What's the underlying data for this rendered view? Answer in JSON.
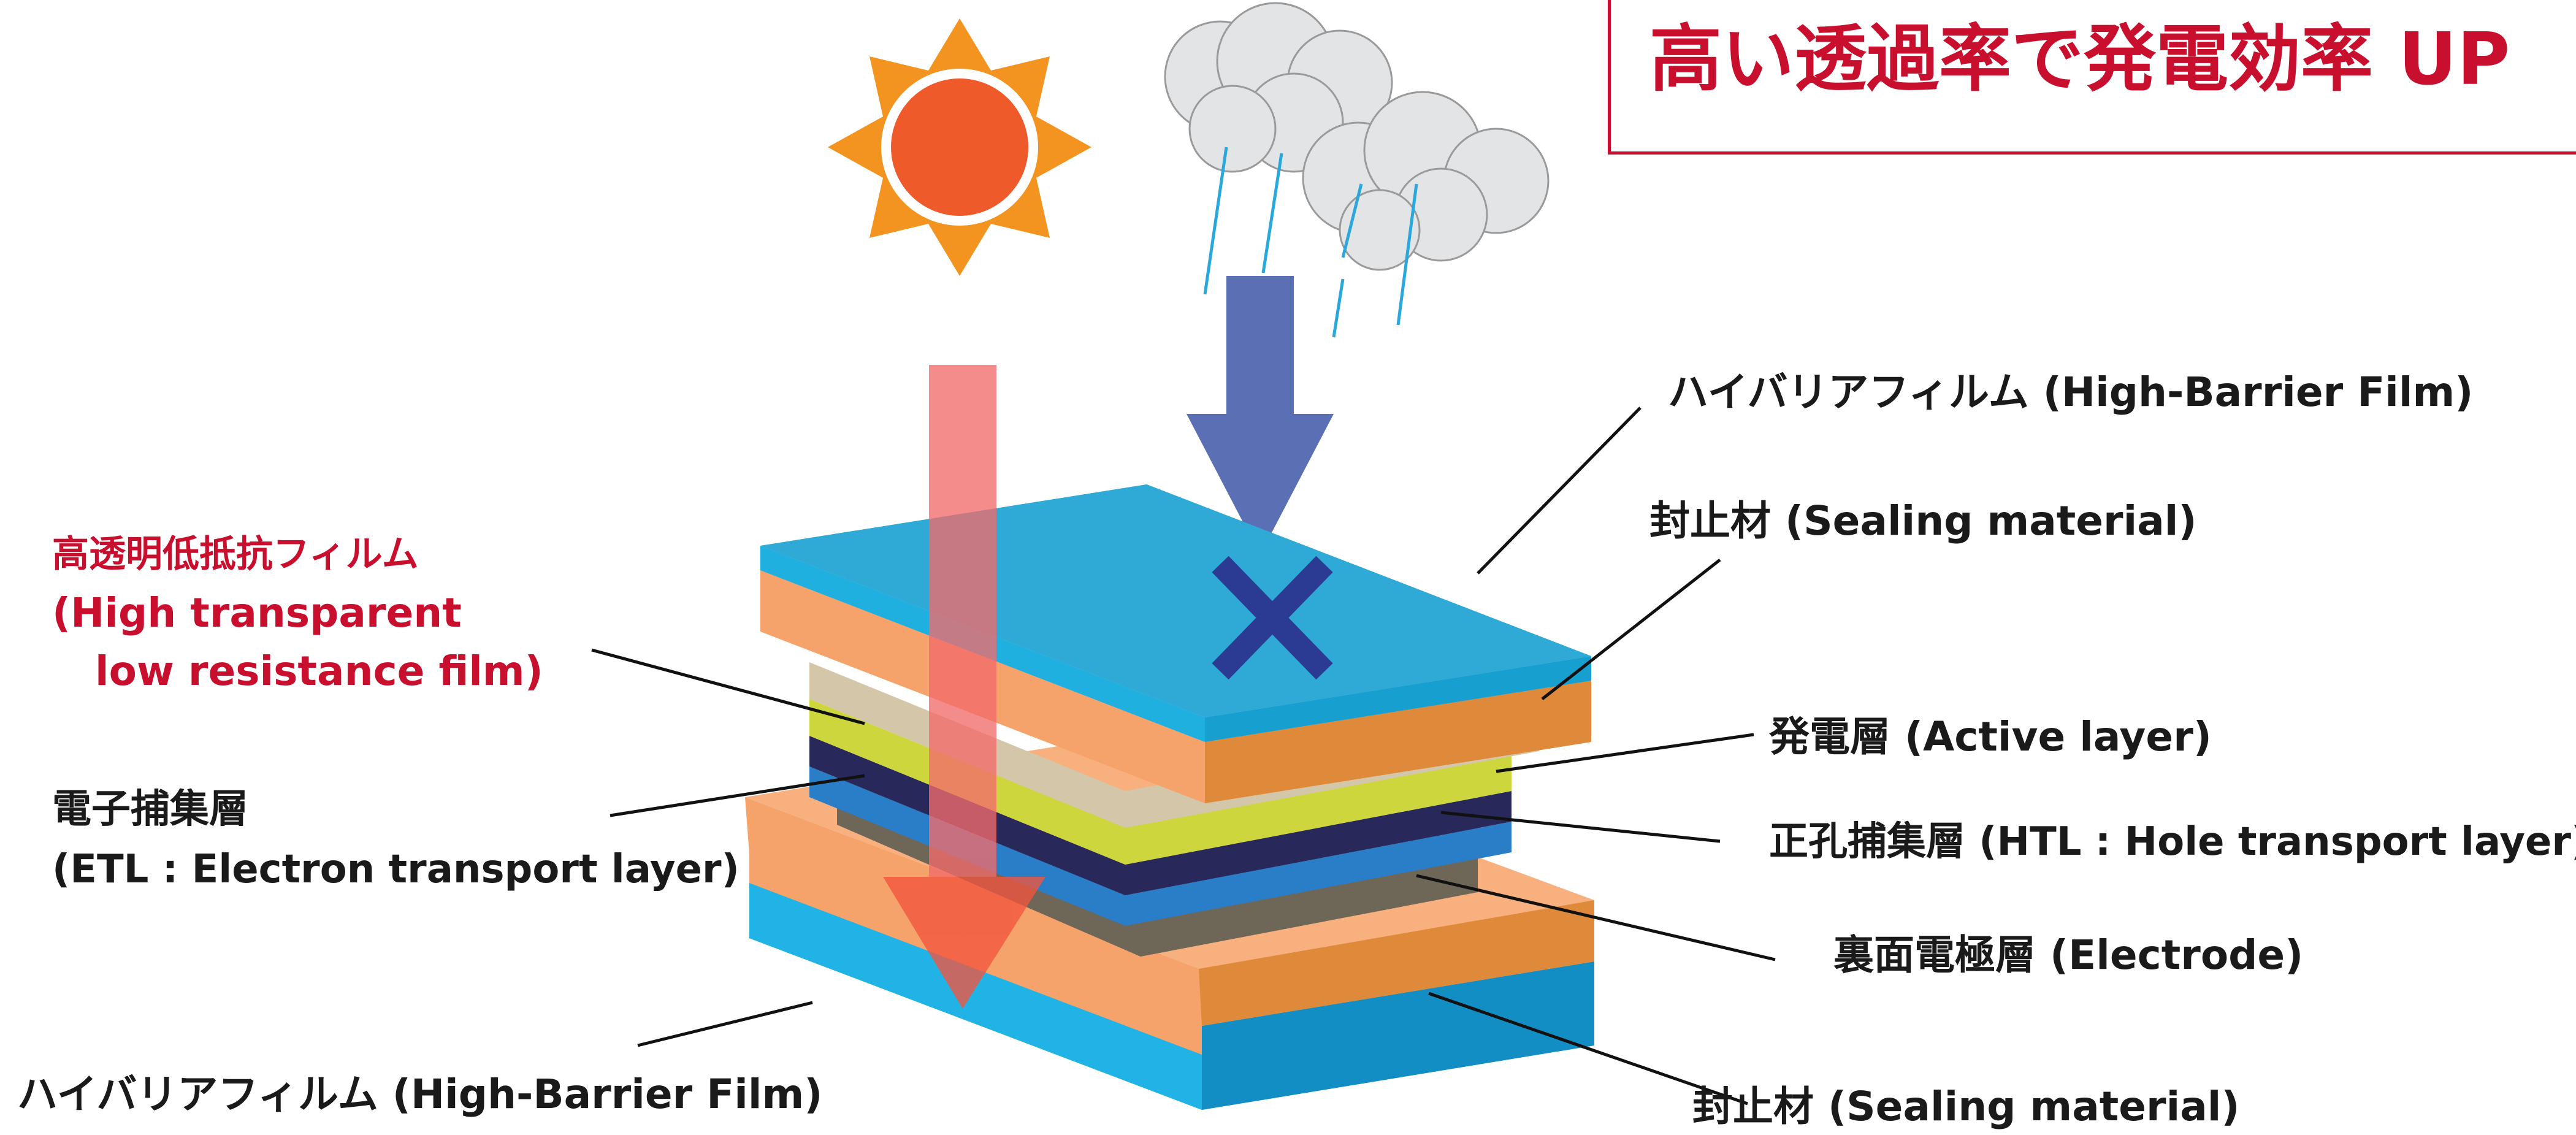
{
  "headline": "高い透過率で発電効率 UP",
  "labels": {
    "barrier_top": "ハイバリアフィルム (High-Barrier Film)",
    "sealing_top": "封止材 (Sealing material)",
    "active": "発電層 (Active layer)",
    "htl": "正孔捕集層 (HTL : Hole transport layer)",
    "electrode": "裏面電極層 (Electrode)",
    "sealing_bottom": "封止材 (Sealing material)",
    "barrier_bottom": "ハイバリアフィルム (High-Barrier Film)",
    "film_jp": "高透明低抵抗フィルム",
    "film_en_1": "(High transparent",
    "film_en_2": "low resistance film)",
    "etl_jp": "電子捕集層",
    "etl_en": "(ETL : Electron transport layer)"
  },
  "colors": {
    "accent_red": "#c8102e",
    "barrier_blue": "#1fb0e0",
    "sealing_orange": "#f5a36a",
    "sun_orange": "#f39320",
    "sun_core": "#ee5a2a",
    "active_yellow": "#cdd63c",
    "htl_navy": "#28285a",
    "electrode_gray": "#6e6657",
    "light_arrow": "#f26b6b",
    "rain_arrow": "#5a6fb4",
    "block_cross": "#2b3a93"
  },
  "icons": [
    "sun-icon",
    "cloud-icon",
    "rain-icon",
    "sunlight-arrow",
    "rain-arrow",
    "block-cross-icon"
  ]
}
